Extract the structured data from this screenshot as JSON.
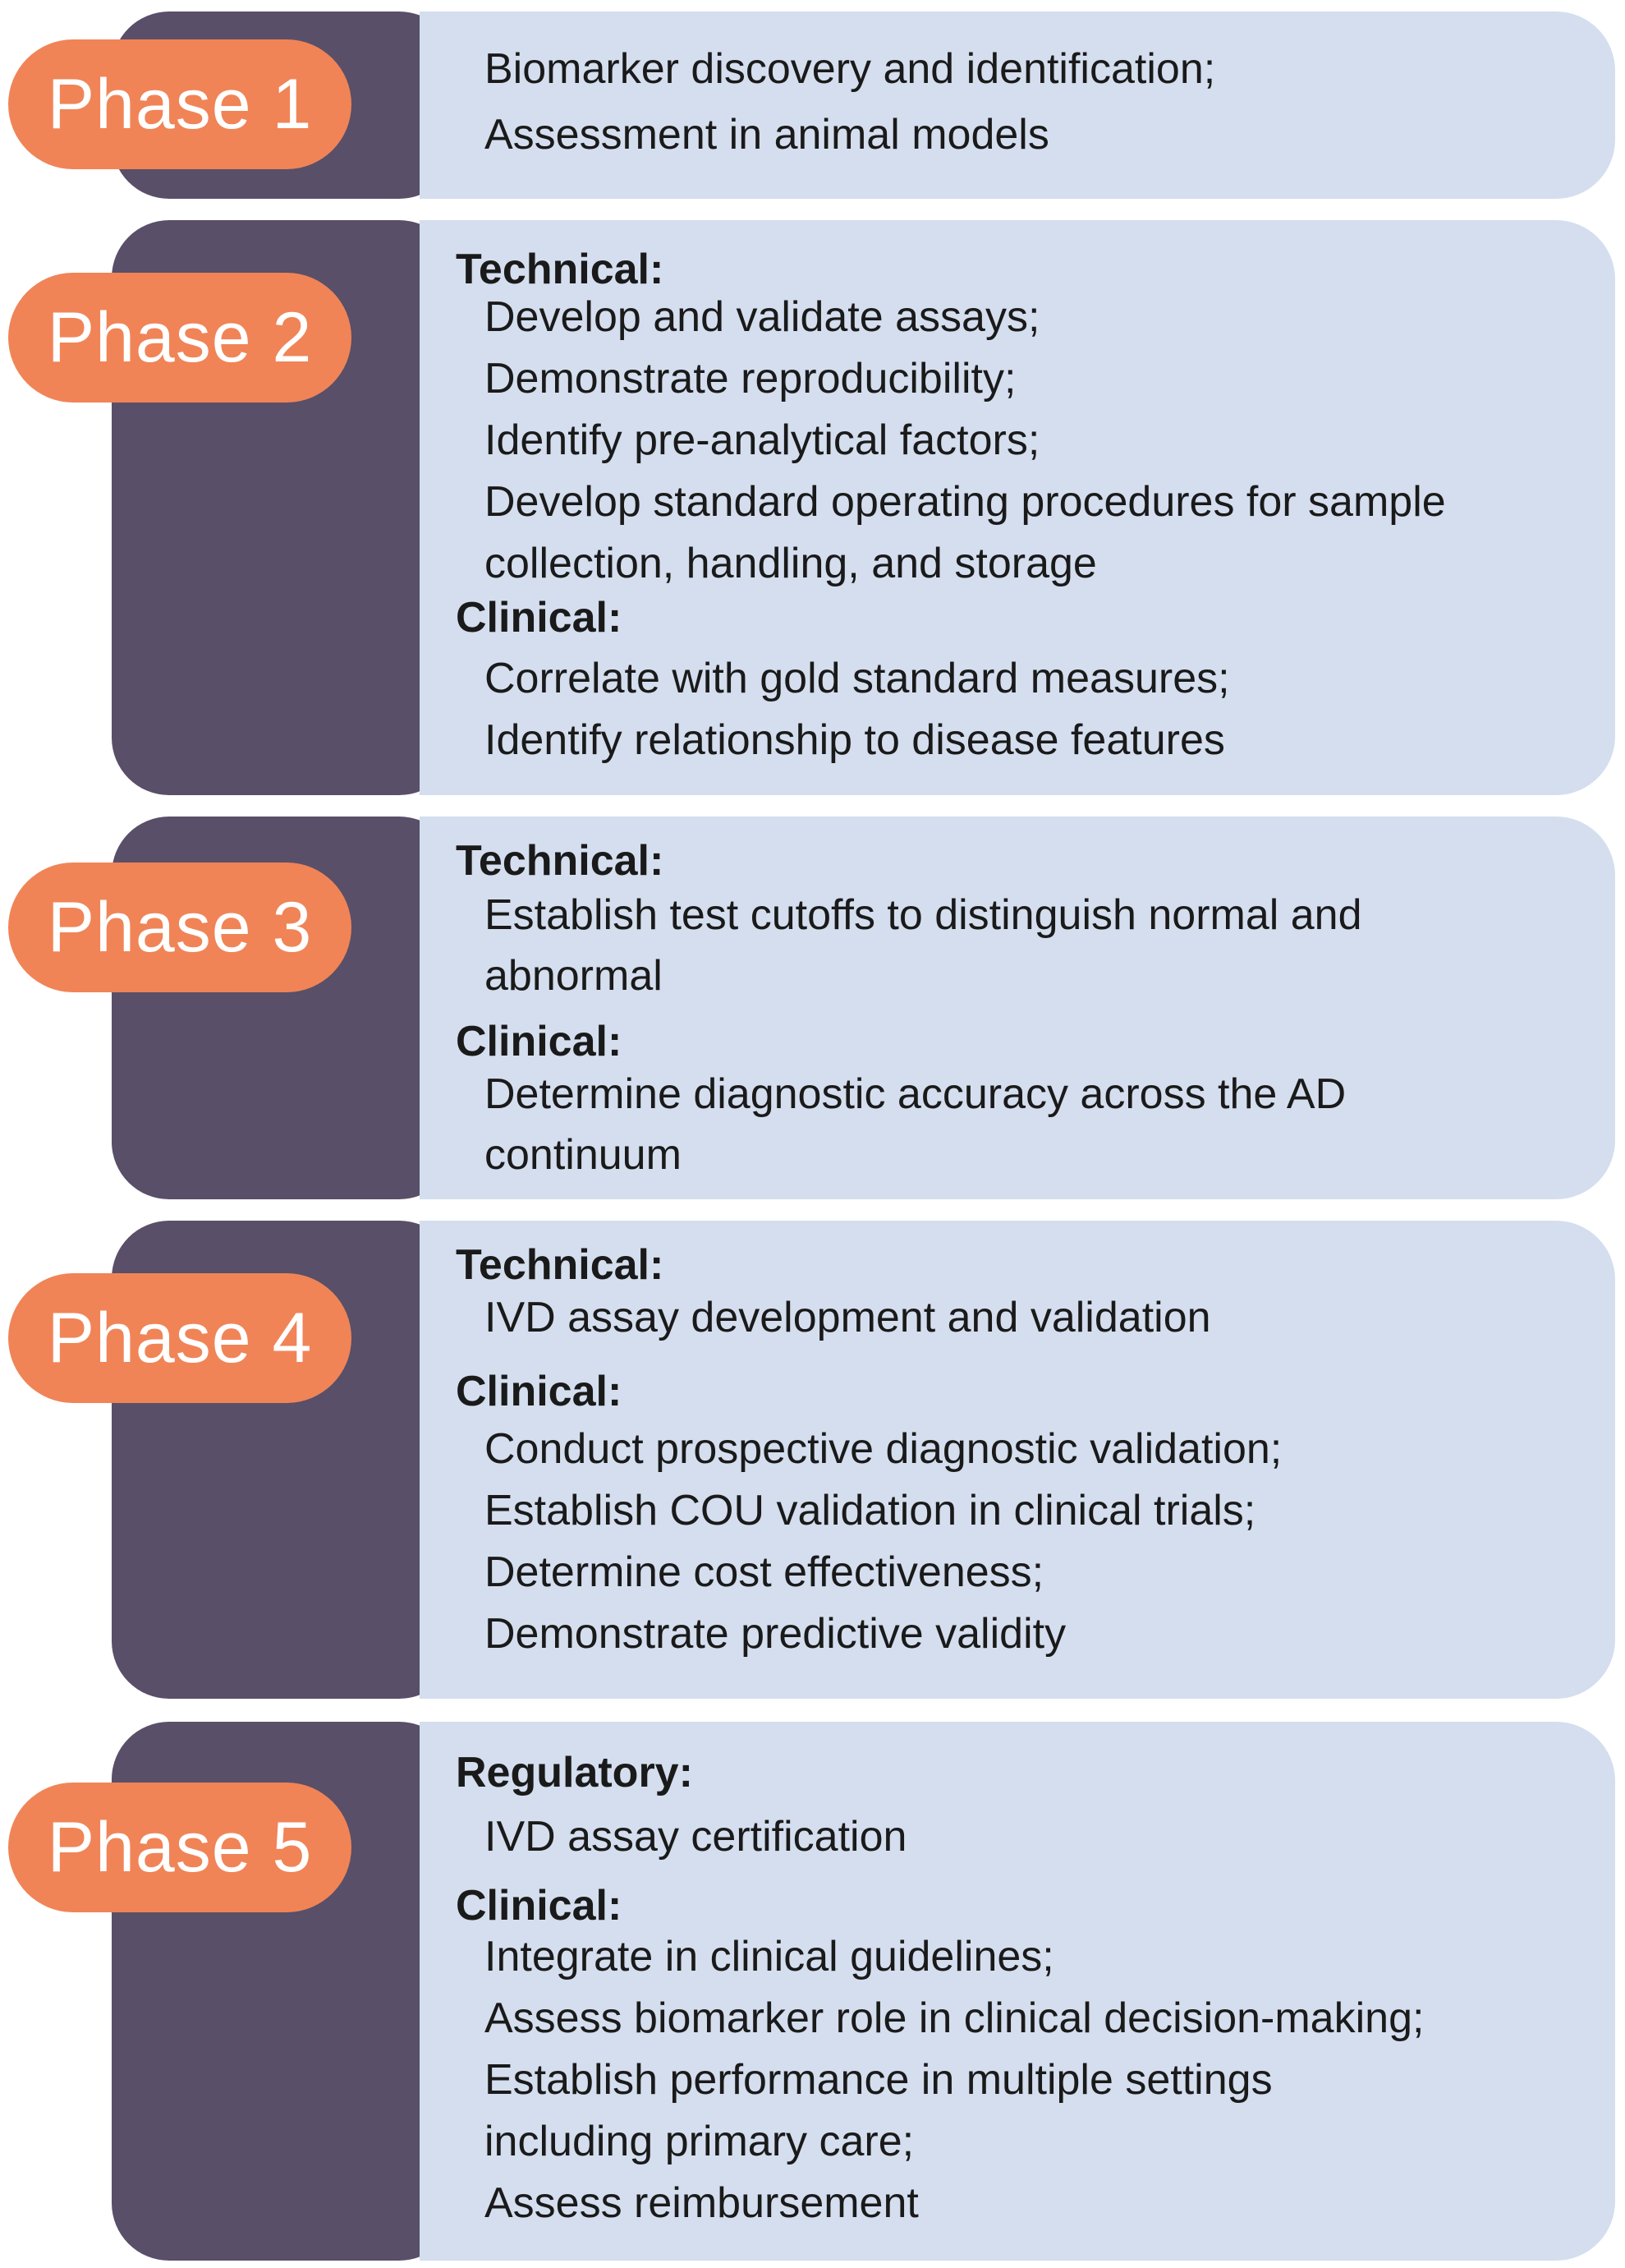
{
  "phases": [
    {
      "label": "Phase 1",
      "lines": [
        "Biomarker discovery and identification;",
        "Assessment in animal models"
      ]
    },
    {
      "label": "Phase 2",
      "technical_heading": "Technical:",
      "technical": [
        "Develop and validate assays;",
        "Demonstrate reproducibility;",
        "Identify pre-analytical factors;",
        "Develop standard operating procedures for sample",
        "collection, handling, and storage"
      ],
      "clinical_heading": "Clinical:",
      "clinical": [
        "Correlate with gold standard measures;",
        "Identify relationship to disease features"
      ]
    },
    {
      "label": "Phase 3",
      "technical_heading": "Technical:",
      "technical": [
        "Establish test cutoffs to distinguish normal and",
        "abnormal"
      ],
      "clinical_heading": "Clinical:",
      "clinical": [
        "Determine diagnostic accuracy across the AD",
        "continuum"
      ]
    },
    {
      "label": "Phase 4",
      "technical_heading": "Technical:",
      "technical": [
        "IVD assay development and validation"
      ],
      "clinical_heading": "Clinical:",
      "clinical": [
        "Conduct prospective diagnostic validation;",
        "Establish COU validation in clinical trials;",
        "Determine cost effectiveness;",
        "Demonstrate predictive validity"
      ]
    },
    {
      "label": "Phase 5",
      "regulatory_heading": "Regulatory:",
      "regulatory": [
        "IVD assay certification"
      ],
      "clinical_heading": "Clinical:",
      "clinical": [
        "Integrate in clinical guidelines;",
        "Assess biomarker role in clinical decision-making;",
        "Establish performance in multiple settings",
        "including primary care;",
        "Assess reimbursement"
      ]
    }
  ],
  "colors": {
    "dark_band": "#594f68",
    "light_panel": "#d4deee",
    "pill": "#f08457",
    "pill_text": "#ffffff",
    "body_text": "#1a1a1a"
  }
}
